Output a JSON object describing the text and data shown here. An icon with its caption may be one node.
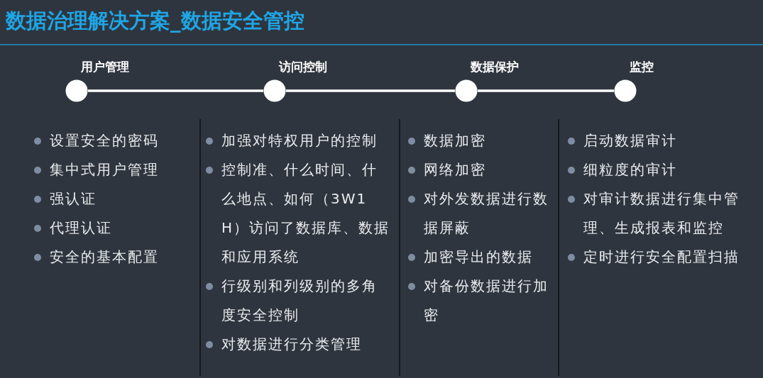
{
  "diagram": {
    "title": "数据治理解决方案_数据安全管控",
    "nodes": [
      {
        "text": [
          "用户管理"
        ]
      },
      {
        "text": [
          "访问控制"
        ]
      },
      {
        "text": [
          "数据保护"
        ]
      },
      {
        "text": [
          "监控"
        ]
      }
    ],
    "edges": [
      {
        "from": 0,
        "to": 1,
        "arrow": "none"
      },
      {
        "from": 1,
        "to": 2,
        "arrow": "none"
      },
      {
        "from": 2,
        "to": 3,
        "arrow": "none"
      }
    ],
    "labels": [
      "设置安全的密码",
      "集中式用户管理",
      "强认证",
      "代理认证",
      "安全的基本配置",
      "加强对特权用户的控制",
      "控制准、什么时间、什么地点、如何（3W1H）访问了数据库、数据和应用系统",
      "行级别和列级别的多角度安全控制",
      "对数据进行分类管理",
      "数据加密",
      "网络加密",
      "对外发数据进行数据屏蔽",
      "加密导出的数据",
      "对备份数据进行加密",
      "启动数据审计",
      "细粒度的审计",
      "对审计数据进行集中管理、生成报表和监控",
      "定时进行安全配置扫描"
    ]
  }
}
